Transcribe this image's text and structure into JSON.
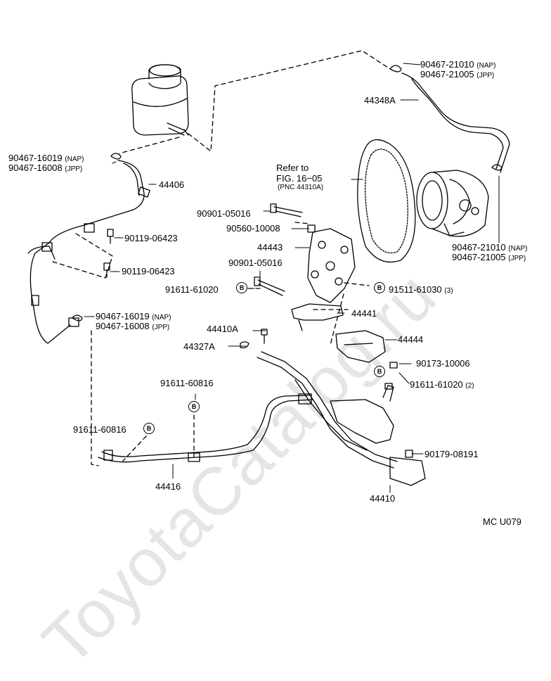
{
  "watermark": "ToyotaCatalog.ru",
  "figure_code": "MC  U079",
  "refer": {
    "line1": "Refer to",
    "line2": "FIG. 16−05",
    "pnc": "(PNC 44310A)"
  },
  "parts": {
    "p44348A": "44348A",
    "p44406": "44406",
    "p44443": "44443",
    "p44441": "44441",
    "p44444": "44444",
    "p44410A": "44410A",
    "p44327A": "44327A",
    "p44416": "44416",
    "p44410": "44410",
    "clamp_top_nap": "90467-21010",
    "clamp_top_jpp": "90467-21005",
    "clamp_pump_nap": "90467-21010",
    "clamp_pump_jpp": "90467-21005",
    "clamp_res_nap": "90467-16019",
    "clamp_res_jpp": "90467-16008",
    "clamp_low_nap": "90467-16019",
    "clamp_low_jpp": "90467-16008",
    "bolt_90901_top": "90901-05016",
    "nut_90560": "90560-10008",
    "bolt_90901_mid": "90901-05016",
    "bolt_90119_a": "90119-06423",
    "bolt_90119_b": "90119-06423",
    "bolt_91611_61020": "91611-61020",
    "bolt_91511_61030": "91511-61030",
    "bolt_91511_qty": "(3)",
    "nut_90173": "90173-10006",
    "bolt_91611_61020_2": "91611-61020",
    "bolt_91611_61020_2_qty": "(2)",
    "bolt_91611_60816_top": "91611-60816",
    "bolt_91611_60816_left": "91611-60816",
    "nut_90179": "90179-08191"
  },
  "markets": {
    "nap": "(NAP)",
    "jpp": "(JPP)"
  },
  "badge": "B"
}
